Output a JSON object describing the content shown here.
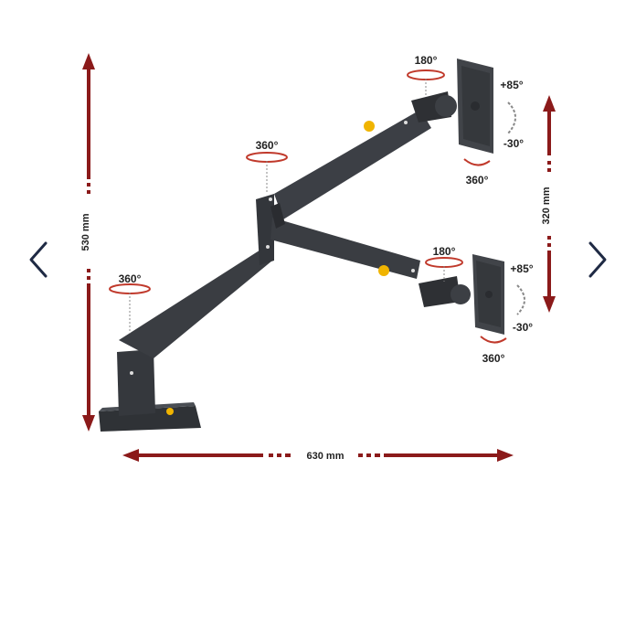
{
  "carousel": {
    "prev_icon": "chevron-left-icon",
    "next_icon": "chevron-right-icon"
  },
  "dimensions": {
    "height": "530 mm",
    "width": "630 mm",
    "monitor_spacing": "320 mm"
  },
  "rotation": {
    "base": "360°",
    "elbow": "360°",
    "top_tilt_pan": "180°",
    "top_tilt_up": "+85°",
    "top_tilt_down": "-30°",
    "top_rotate": "360°",
    "bottom_tilt_pan": "180°",
    "bottom_tilt_up": "+85°",
    "bottom_tilt_down": "-30°",
    "bottom_rotate": "360°"
  },
  "colors": {
    "dimension_arrow": "#8b1a1a",
    "arm": "#3a3d42",
    "arm_dark": "#25272b",
    "chevron": "#1f2a44",
    "rotation_marker": "#c0392b",
    "badge": "#f0b400"
  }
}
